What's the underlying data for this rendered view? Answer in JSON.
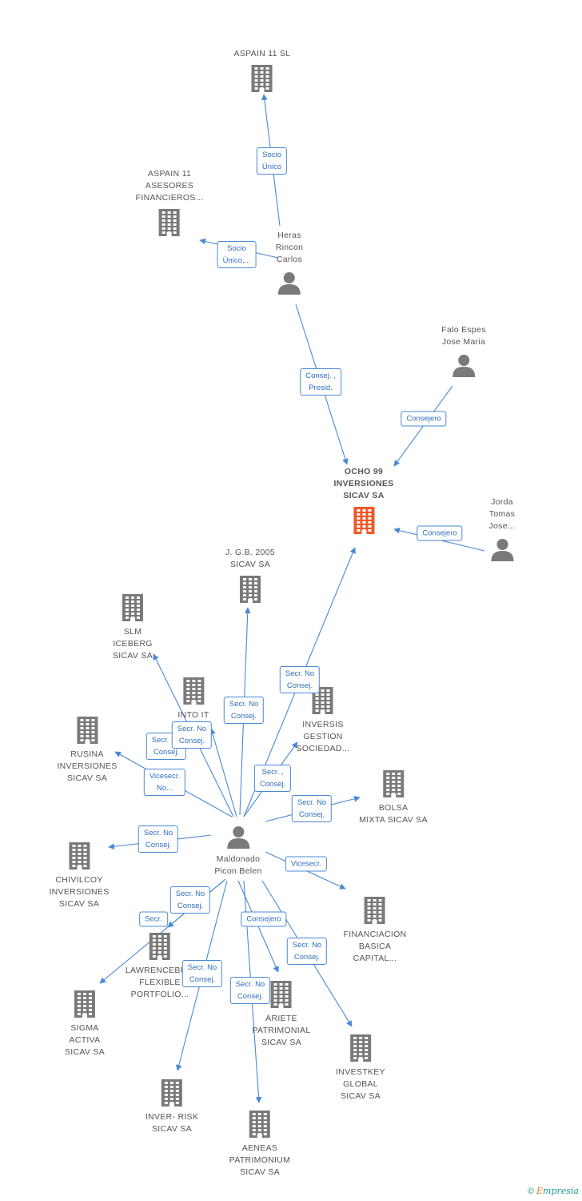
{
  "colors": {
    "edge": "#4a88d6",
    "node": "#7a7a7a",
    "main": "#f05a28"
  },
  "nodes": [
    {
      "id": "aspain11sl",
      "type": "company",
      "lines": [
        "ASPAIN 11 SL"
      ]
    },
    {
      "id": "aspainasesores",
      "type": "company",
      "lines": [
        "ASPAIN 11",
        "ASESORES",
        "FINANCIEROS..."
      ]
    },
    {
      "id": "heras",
      "type": "person",
      "lines": [
        "Heras",
        "Rincon",
        "Carlos"
      ]
    },
    {
      "id": "falo",
      "type": "person",
      "lines": [
        "Falo Espes",
        "Jose Maria"
      ]
    },
    {
      "id": "ocho99",
      "type": "main",
      "lines": [
        "OCHO 99",
        "INVERSIONES",
        "SICAV SA"
      ]
    },
    {
      "id": "jorda",
      "type": "person",
      "lines": [
        "Jorda",
        "Tomas",
        "Jose..."
      ]
    },
    {
      "id": "jgb",
      "type": "company",
      "lines": [
        "J. G.B. 2005",
        "SICAV SA"
      ]
    },
    {
      "id": "slm",
      "type": "company",
      "lines": [
        "SLM",
        "ICEBERG",
        "SICAV SA"
      ]
    },
    {
      "id": "intoit",
      "type": "company",
      "lines": [
        "INTO IT",
        "I..."
      ]
    },
    {
      "id": "inversis",
      "type": "company",
      "lines": [
        "INVERSIS",
        "GESTION",
        "SOCIEDAD..."
      ]
    },
    {
      "id": "rusina",
      "type": "company",
      "lines": [
        "RUSINA",
        "INVERSIONES",
        "SICAV SA"
      ]
    },
    {
      "id": "bolsa",
      "type": "company",
      "lines": [
        "BOLSA",
        "MIXTA SICAV SA"
      ]
    },
    {
      "id": "maldonado",
      "type": "person",
      "lines": [
        "Maldonado",
        "Picon Belen"
      ]
    },
    {
      "id": "chivilcoy",
      "type": "company",
      "lines": [
        "CHIVILCOY",
        "INVERSIONES",
        "SICAV SA"
      ]
    },
    {
      "id": "financiacion",
      "type": "company",
      "lines": [
        "FINANCIACION",
        "BASICA",
        "CAPITAL..."
      ]
    },
    {
      "id": "lawrence",
      "type": "company",
      "lines": [
        "LAWRENCEBU...",
        "FLEXIBLE",
        "PORTFOLIO..."
      ]
    },
    {
      "id": "sigma",
      "type": "company",
      "lines": [
        "SIGMA",
        "ACTIVA",
        "SICAV SA"
      ]
    },
    {
      "id": "ariete",
      "type": "company",
      "lines": [
        "ARIETE",
        "PATRIMONIAL",
        "SICAV SA"
      ]
    },
    {
      "id": "investkey",
      "type": "company",
      "lines": [
        "INVESTKEY",
        "GLOBAL",
        "SICAV SA"
      ]
    },
    {
      "id": "inverrisk",
      "type": "company",
      "lines": [
        "INVER- RISK",
        "SICAV SA"
      ]
    },
    {
      "id": "aeneas",
      "type": "company",
      "lines": [
        "AENEAS",
        "PATRIMONIUM",
        "SICAV SA"
      ]
    }
  ],
  "edges": [
    {
      "from": "heras",
      "to": "aspain11sl",
      "label": [
        "Socio",
        "Único"
      ]
    },
    {
      "from": "heras",
      "to": "aspainasesores",
      "label": [
        "Socio",
        "Único,..."
      ]
    },
    {
      "from": "heras",
      "to": "ocho99",
      "label": [
        "Consej. ,",
        "Presid."
      ]
    },
    {
      "from": "falo",
      "to": "ocho99",
      "label": [
        "Consejero"
      ]
    },
    {
      "from": "jorda",
      "to": "ocho99",
      "label": [
        "Consejero"
      ]
    },
    {
      "from": "maldonado",
      "to": "ocho99",
      "label": [
        "Secr. No",
        "Consej."
      ]
    },
    {
      "from": "maldonado",
      "to": "jgb",
      "label": [
        "Secr. No",
        "Consej."
      ]
    },
    {
      "from": "maldonado",
      "to": "slm",
      "label": [
        "Secr. No",
        "Consej."
      ]
    },
    {
      "from": "maldonado",
      "to": "intoit",
      "label": [
        "Secr. No",
        "Consej."
      ]
    },
    {
      "from": "maldonado",
      "to": "inversis",
      "label": [
        "Secr. ,",
        "Consej."
      ]
    },
    {
      "from": "maldonado",
      "to": "rusina",
      "label": [
        "Vicesecr.",
        "No..."
      ]
    },
    {
      "from": "maldonado",
      "to": "bolsa",
      "label": [
        "Secr. No",
        "Consej."
      ]
    },
    {
      "from": "maldonado",
      "to": "chivilcoy",
      "label": [
        "Secr. No",
        "Consej."
      ]
    },
    {
      "from": "maldonado",
      "to": "financiacion",
      "label": [
        "Vicesecr."
      ]
    },
    {
      "from": "maldonado",
      "to": "lawrence",
      "label": [
        "Secr. No",
        "Consej."
      ]
    },
    {
      "from": "maldonado",
      "to": "sigma",
      "label": [
        "Secr."
      ]
    },
    {
      "from": "maldonado",
      "to": "ariete",
      "label": [
        "Consejero"
      ]
    },
    {
      "from": "maldonado",
      "to": "investkey",
      "label": [
        "Secr. No",
        "Consej."
      ]
    },
    {
      "from": "maldonado",
      "to": "inverrisk",
      "label": [
        "Secr. No",
        "Consej."
      ]
    },
    {
      "from": "maldonado",
      "to": "aeneas",
      "label": [
        "Secr. No",
        "Consej."
      ]
    }
  ],
  "footer": {
    "copyright": "©",
    "brand_first": "E",
    "brand_rest": "mpresia"
  }
}
